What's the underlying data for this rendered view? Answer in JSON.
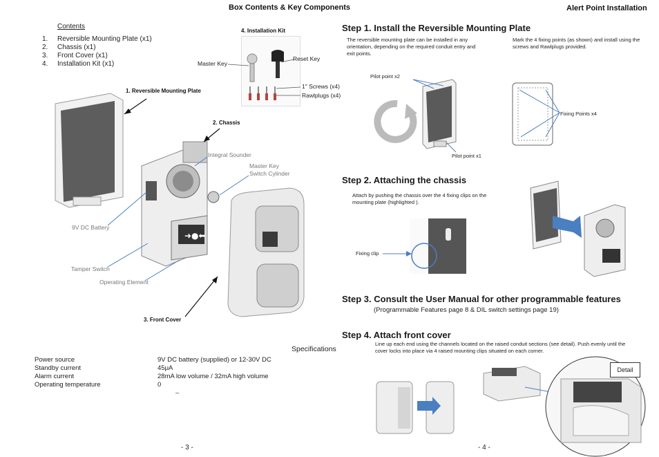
{
  "left_page": {
    "title": "Box Contents & Key Components",
    "contents_heading": "Contents",
    "contents": [
      {
        "num": "1.",
        "text": "Reversible Mounting Plate (x1)"
      },
      {
        "num": "2.",
        "text": "Chassis (x1)"
      },
      {
        "num": "3.",
        "text": "Front Cover (x1)"
      },
      {
        "num": "4.",
        "text": "Installation Kit (x1)"
      }
    ],
    "kit_title": "4. Installation Kit",
    "kit_labels": {
      "master_key": "Master Key",
      "reset_key": "Reset Key",
      "screws": "1\" Screws (x4)",
      "rawlplugs": "Rawlplugs (x4)"
    },
    "callouts": {
      "mounting_plate": "1. Reversible Mounting Plate",
      "chassis": "2. Chassis",
      "front_cover": "3. Front Cover",
      "integral_sounder": "Integral Sounder",
      "master_key_switch": "Master Key\nSwitch Cylinder",
      "battery": "9V DC Battery",
      "tamper": "Tamper Switch",
      "operating_element": "Operating Element"
    },
    "specs_title": "Specifications",
    "specs": [
      {
        "label": "Power source",
        "value": "9V DC battery (supplied) or 12-30V DC"
      },
      {
        "label": "Standby current",
        "value": "45μA"
      },
      {
        "label": "Alarm current",
        "value": "28mA  low volume / 32mA  high volume"
      },
      {
        "label": "Operating temperature",
        "value": "0"
      }
    ],
    "spec_extra": "_",
    "page_number": "- 3 -"
  },
  "right_page": {
    "title": "Alert Point Installation",
    "step1": {
      "heading": "Step 1.  Install the Reversible Mounting Plate",
      "text_left": "The reversible mounting plate can be installed in any orientation, depending on the required conduit entry and exit points.",
      "text_right": "Mark the 4 fixing points (as shown) and install using the screws and Rawlplugs provided.",
      "pilot_x2": "Pilot point x2",
      "pilot_x1": "Pilot point x1",
      "fixing_points": "Fixing Points x4"
    },
    "step2": {
      "heading": "Step 2.  Attaching the chassis",
      "text": "Attach by pushing the chassis over the 4 fixing clips on the mounting plate (highlighted ).",
      "fixing_clip": "Fixing clip"
    },
    "step3": {
      "heading": "Step 3.  Consult the User Manual for other programmable features",
      "sub": "(Programmable Features page 8 & DIL switch settings page 19)"
    },
    "step4": {
      "heading": "Step 4.  Attach front cover",
      "text": "Line up each end using the channels located on the raised conduit sections (see detail).  Push evenly until the cover locks into place via 4 raised mounting clips situated on each corner.",
      "detail": "Detail"
    },
    "page_number": "- 4 -"
  },
  "colors": {
    "arrow_blue": "#4a7fc1",
    "plate_dark": "#5a5a5a",
    "body_light": "#e6e6e6"
  }
}
